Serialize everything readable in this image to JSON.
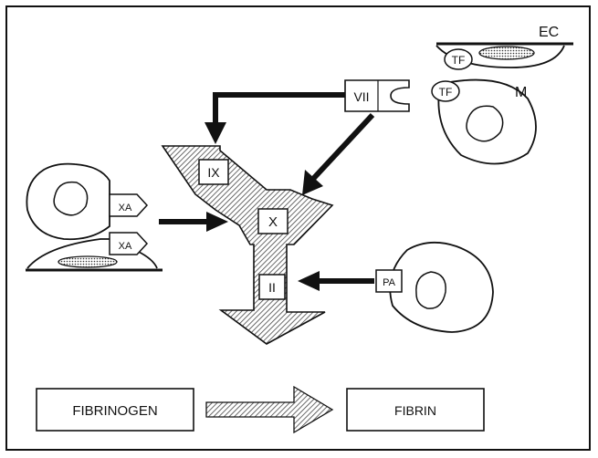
{
  "labels": {
    "ec": "EC",
    "tf_top": "TF",
    "tf_mid": "TF",
    "m": "M",
    "vii": "VII",
    "ix": "IX",
    "x": "X",
    "ii": "II",
    "xa_top": "XA",
    "xa_bottom": "XA",
    "pa": "PA",
    "fibrinogen": "FIBRINOGEN",
    "fibrin": "FIBRIN"
  },
  "colors": {
    "ink": "#111111",
    "hatch": "#555555",
    "background": "#ffffff"
  }
}
